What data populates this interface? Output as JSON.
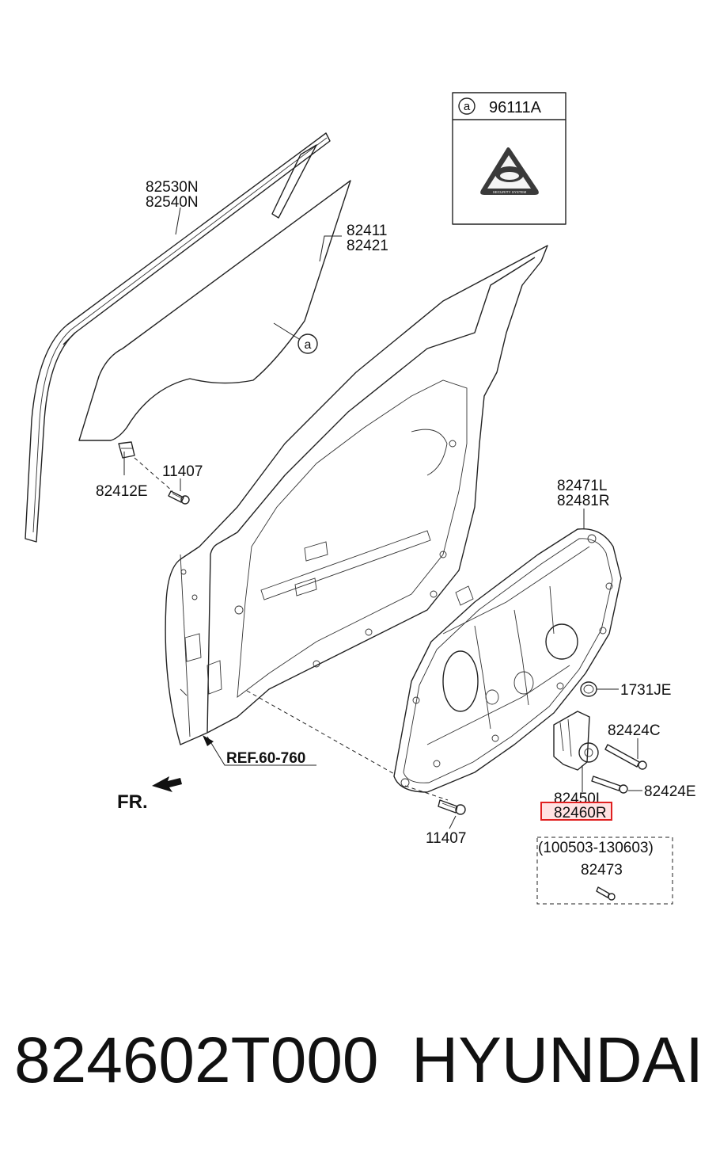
{
  "callouts": {
    "run_channel": [
      "82530N",
      "82540N"
    ],
    "glass": [
      "82411",
      "82421"
    ],
    "glass_marker": "a",
    "glass_bracket": "82412E",
    "bolt_upper": "11407",
    "module_panel": [
      "82471L",
      "82481R"
    ],
    "seal": "1731JE",
    "screw_upper": "82424C",
    "screw_lower": "82424E",
    "motor": [
      "82450L",
      "82460R"
    ],
    "bolt_lower": "11407",
    "ref": "REF.60-760",
    "front_arrow": "FR.",
    "date_range": "(100503-130603)",
    "date_part": "82473"
  },
  "legend_box": {
    "marker": "a",
    "part_number": "96111A",
    "emblem_text": "SECURITY SYSTEM"
  },
  "highlight": {
    "part": "82460R",
    "color": "#e02020"
  },
  "footer": {
    "part_number": "824602T000",
    "brand": "HYUNDAI"
  }
}
